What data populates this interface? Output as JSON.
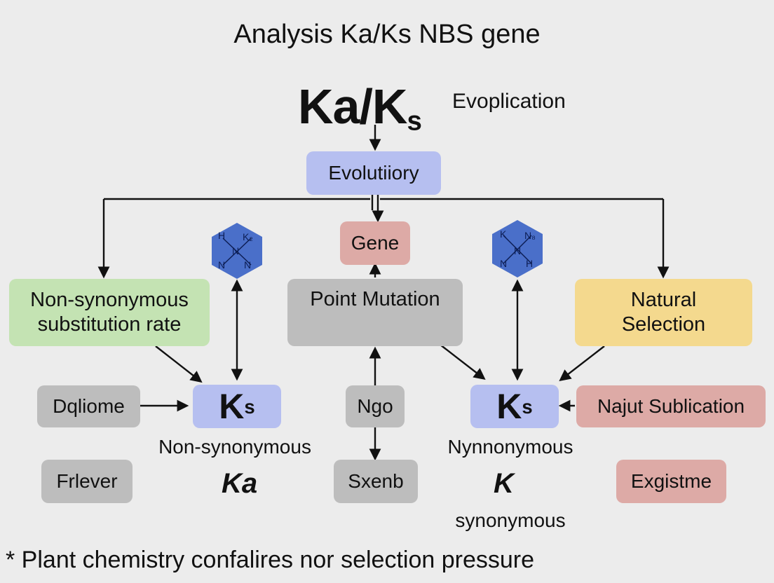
{
  "title": "Analysis Ka/Ks NBS gene",
  "header": {
    "main_prefix": "Ka/K",
    "main_sub": "s",
    "side_label": "Evoplication"
  },
  "nodes": {
    "evolutiory": "Evolutiiory",
    "gene": "Gene",
    "non_syn_rate": "Non-synonymous substitution rate",
    "point_mutation": "Point Mutation",
    "natural_selection": "Natural Selection",
    "dqliome": "Dqliome",
    "ngo": "Ngo",
    "najut": "Najut Sublication",
    "frlever": "Frlever",
    "sxenb": "Sxenb",
    "exgistme": "Exgistme",
    "ks_left": {
      "k": "K",
      "sub": "s"
    },
    "ks_right": {
      "k": "K",
      "sub": "s"
    }
  },
  "labels": {
    "left_caption": "Non-synonymous",
    "left_glyph": "Ka",
    "right_caption": "Nynnonymous",
    "right_glyph": "K",
    "right_sub": "synonymous"
  },
  "molecules": {
    "left": [
      "H",
      "K₂",
      "N",
      "N",
      "N"
    ],
    "right": [
      "K",
      "N₈",
      "N",
      "N",
      "H"
    ]
  },
  "footer": "* Plant chemistry confalires nor selection pressure",
  "colors": {
    "blue": "#b6bff0",
    "red": "#ddaaa6",
    "green": "#c4e3b3",
    "gray": "#bdbdbd",
    "yellow": "#f4d98e",
    "hexagon": "#4a6fc9"
  }
}
